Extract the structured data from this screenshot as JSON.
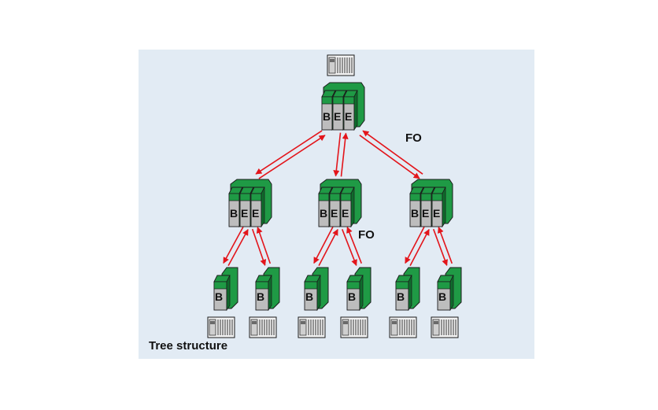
{
  "diagram": {
    "caption": "Tree structure",
    "fo_label_top": "FO",
    "fo_label_mid": "FO",
    "module_letters": {
      "bus": "B",
      "ext": "E"
    },
    "colors": {
      "background": "#e2ebf4",
      "module_green": "#1f9a45",
      "module_green_dark": "#0f6b2c",
      "module_face": "#bdbdbd",
      "arrow": "#e3151b",
      "outline": "#1b1b1b"
    },
    "nodes": [
      {
        "id": "root-plc",
        "type": "plc"
      },
      {
        "id": "root-switch",
        "type": "switch",
        "modules": [
          "B",
          "E",
          "E"
        ]
      },
      {
        "id": "level2-left",
        "type": "switch",
        "modules": [
          "B",
          "E",
          "E"
        ]
      },
      {
        "id": "level2-center",
        "type": "switch",
        "modules": [
          "B",
          "E",
          "E"
        ]
      },
      {
        "id": "level2-right",
        "type": "switch",
        "modules": [
          "B",
          "E",
          "E"
        ]
      },
      {
        "id": "leaf-1",
        "type": "bus-coupler",
        "modules": [
          "B"
        ]
      },
      {
        "id": "leaf-2",
        "type": "bus-coupler",
        "modules": [
          "B"
        ]
      },
      {
        "id": "leaf-3",
        "type": "bus-coupler",
        "modules": [
          "B"
        ]
      },
      {
        "id": "leaf-4",
        "type": "bus-coupler",
        "modules": [
          "B"
        ]
      },
      {
        "id": "leaf-5",
        "type": "bus-coupler",
        "modules": [
          "B"
        ]
      },
      {
        "id": "leaf-6",
        "type": "bus-coupler",
        "modules": [
          "B"
        ]
      }
    ],
    "links": [
      {
        "from": "root-switch",
        "to": "level2-left",
        "medium": "FO"
      },
      {
        "from": "root-switch",
        "to": "level2-center",
        "medium": "FO"
      },
      {
        "from": "root-switch",
        "to": "level2-right",
        "medium": "FO"
      },
      {
        "from": "level2-left",
        "to": "leaf-1",
        "medium": "FO"
      },
      {
        "from": "level2-left",
        "to": "leaf-2",
        "medium": "FO"
      },
      {
        "from": "level2-center",
        "to": "leaf-3",
        "medium": "FO"
      },
      {
        "from": "level2-center",
        "to": "leaf-4",
        "medium": "FO"
      },
      {
        "from": "level2-right",
        "to": "leaf-5",
        "medium": "FO"
      },
      {
        "from": "level2-right",
        "to": "leaf-6",
        "medium": "FO"
      }
    ]
  }
}
